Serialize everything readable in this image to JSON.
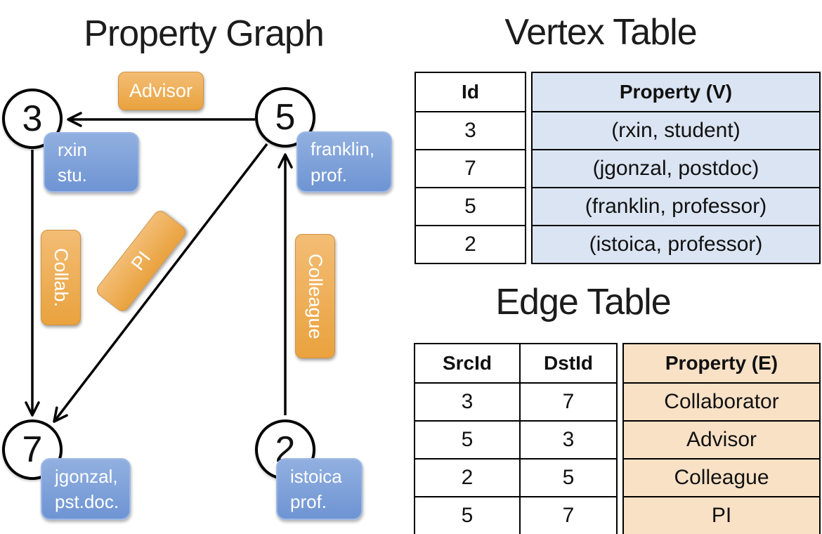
{
  "graph": {
    "title": "Property Graph",
    "nodes": [
      {
        "id": "3",
        "property_lines": [
          "rxin",
          "stu."
        ]
      },
      {
        "id": "5",
        "property_lines": [
          "franklin,",
          "prof."
        ]
      },
      {
        "id": "7",
        "property_lines": [
          "jgonzal,",
          "pst.doc."
        ]
      },
      {
        "id": "2",
        "property_lines": [
          "istoica",
          "prof."
        ]
      }
    ],
    "edges": [
      {
        "src": "5",
        "dst": "3",
        "label": "Advisor"
      },
      {
        "src": "3",
        "dst": "7",
        "label": "Collab."
      },
      {
        "src": "5",
        "dst": "7",
        "label": "PI"
      },
      {
        "src": "2",
        "dst": "5",
        "label": "Colleague"
      }
    ]
  },
  "vertex_table": {
    "title": "Vertex Table",
    "columns": [
      "Id",
      "Property (V)"
    ],
    "rows": [
      [
        "3",
        "(rxin, student)"
      ],
      [
        "7",
        "(jgonzal, postdoc)"
      ],
      [
        "5",
        "(franklin, professor)"
      ],
      [
        "2",
        "(istoica, professor)"
      ]
    ]
  },
  "edge_table": {
    "title": "Edge Table",
    "columns": [
      "SrcId",
      "DstId",
      "Property (E)"
    ],
    "rows": [
      [
        "3",
        "7",
        "Collaborator"
      ],
      [
        "5",
        "3",
        "Advisor"
      ],
      [
        "2",
        "5",
        "Colleague"
      ],
      [
        "5",
        "7",
        "PI"
      ]
    ]
  },
  "colors": {
    "node-fill": "#ffffff",
    "orange-top": "#f3bd75",
    "orange-bottom": "#e9a23e",
    "orange-border": "#d09140",
    "blue-top": "#91b0e0",
    "blue-bottom": "#6e94d3",
    "blue-border": "#9db8e6",
    "cell-blue": "#dbe4f2",
    "cell-orange": "#f9e1c6",
    "line-black": "#000000"
  }
}
